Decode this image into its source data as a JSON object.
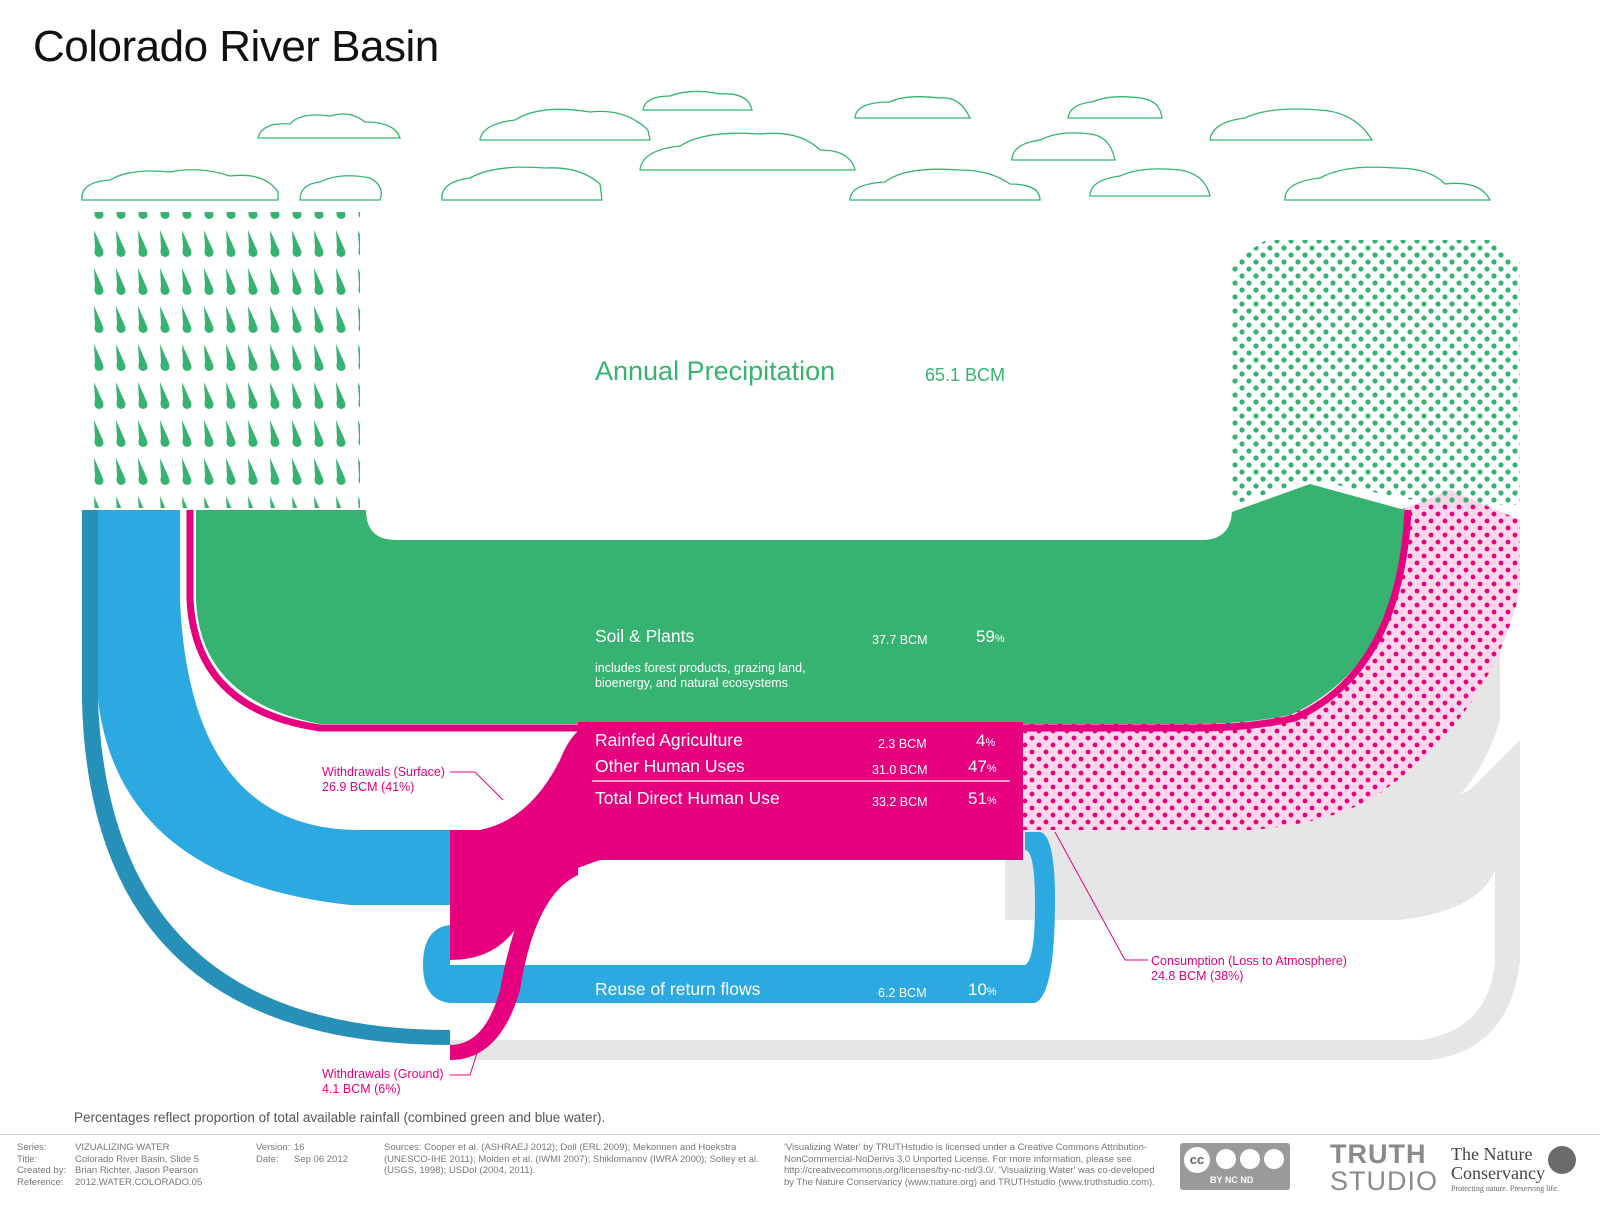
{
  "title": "Colorado River Basin",
  "precipitation": {
    "label": "Annual Precipitation",
    "value": "65.1 BCM"
  },
  "soil_plants": {
    "label": "Soil & Plants",
    "value": "37.7 BCM",
    "pct": "59",
    "pct_unit": "%",
    "note_line1": "includes forest products, grazing land,",
    "note_line2": "bioenergy, and natural ecosystems"
  },
  "rainfed_ag": {
    "label": "Rainfed Agriculture",
    "value": "2.3 BCM",
    "pct": "4",
    "pct_unit": "%"
  },
  "other_human": {
    "label": "Other Human Uses",
    "value": "31.0 BCM",
    "pct": "47",
    "pct_unit": "%"
  },
  "total_direct": {
    "label": "Total Direct Human Use",
    "value": "33.2 BCM",
    "pct": "51",
    "pct_unit": "%"
  },
  "reuse": {
    "label": "Reuse of return flows",
    "value": "6.2 BCM",
    "pct": "10",
    "pct_unit": "%"
  },
  "withdrawals_surface": {
    "line1": "Withdrawals (Surface)",
    "line2": "26.9 BCM (41%)"
  },
  "withdrawals_ground": {
    "line1": "Withdrawals (Ground)",
    "line2": "4.1 BCM (6%)"
  },
  "consumption": {
    "line1": "Consumption (Loss to Atmosphere)",
    "line2": "24.8 BCM (38%)"
  },
  "note": "Percentages reflect proportion of total available rainfall (combined green and blue water).",
  "footer": {
    "series_key": "Series:",
    "series_val": "VIZUALIZING WATER",
    "title_key": "Title:",
    "title_val": "Colorado River Basin, Slide 5",
    "created_key": "Created by:",
    "created_val": "Brian Richter, Jason Pearson",
    "ref_key": "Reference:",
    "ref_val": "2012.WATER.COLORADO.05",
    "version_key": "Version:",
    "version_val": "16",
    "date_key": "Date:",
    "date_val": "Sep 06 2012",
    "sources_1": "Sources: Cooper et al. (ASHRAEJ 2012); Doll (ERL 2009); Mekonnen and Hoekstra",
    "sources_2": "(UNESCO-IHE 2011); Molden et al. (IWMI 2007); Shiklomanov (IWRA 2000); Solley et al.",
    "sources_3": "(USGS, 1998); USDoI (2004, 2011).",
    "license_1": "'Visualizing Water' by TRUTHstudio is licensed under a Creative Commons Attribution-",
    "license_2": "NonCommercial-NoDerivs 3.0 Unported License.  For more information, please see",
    "license_3": "http://creativecommons.org/licenses/by-nc-nd/3.0/.  'Visualizing Water' was co-developed",
    "license_4": "by The Nature Conservancy (www.nature.org) and TRUTHstudio (www.truthstudio.com).",
    "cc_badge": "BY  NC  ND",
    "truth_1": "TRUTH",
    "truth_2": "STUDIO",
    "tnc_1": "The Nature",
    "tnc_2": "Conservancy",
    "tnc_3": "Protecting nature. Preserving life."
  },
  "colors": {
    "green": "#36b371",
    "magenta": "#e6007e",
    "blue": "#2ca9e1",
    "dark_blue": "#2790b8",
    "grey": "#e6e6e6",
    "pink_light": "#fbd7eb"
  },
  "icons": [
    "rain-icon",
    "cloud-icon",
    "creative-commons-icon",
    "tnc-logo-icon"
  ]
}
